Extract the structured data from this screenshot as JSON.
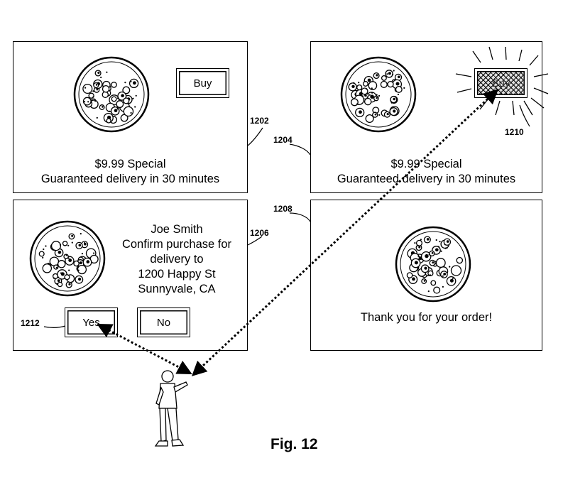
{
  "screen1": {
    "buy_label": "Buy",
    "price": "$9.99 Special",
    "delivery": "Guaranteed delivery in 30 minutes"
  },
  "screen2": {
    "buy_label": "Buy",
    "price": "$9.99 Special",
    "delivery": "Guaranteed delivery in 30 minutes"
  },
  "screen3": {
    "line1": "Joe Smith",
    "line2": "Confirm purchase for",
    "line3": "delivery to",
    "line4": "1200 Happy St",
    "line5": "Sunnyvale, CA",
    "yes_label": "Yes",
    "no_label": "No"
  },
  "screen4": {
    "thanks": "Thank you for your order!"
  },
  "refs": {
    "r1202": "1202",
    "r1204": "1204",
    "r1206": "1206",
    "r1208": "1208",
    "r1210": "1210",
    "r1212": "1212"
  },
  "caption": "Fig. 12"
}
